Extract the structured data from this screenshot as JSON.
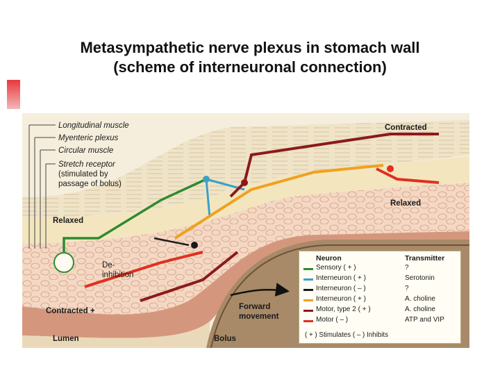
{
  "title": {
    "line1": "Metasympathetic nerve plexus in stomach wall",
    "line2": "(scheme of interneuronal connection)"
  },
  "diagram": {
    "labels": {
      "longitudinal": "Longitudinal muscle",
      "myenteric": "Myenteric plexus",
      "circular": "Circular muscle",
      "stretch1": "Stretch receptor",
      "stretch2": "(stimulated by",
      "stretch3": "passage of bolus)",
      "contracted_top": "Contracted",
      "relaxed_right": "Relaxed",
      "relaxed_left": "Relaxed",
      "contracted_bottom": "Contracted +",
      "deinhibition1": "De-",
      "deinhibition2": "inhibition",
      "forward1": "Forward",
      "forward2": "movement",
      "lumen": "Lumen",
      "bolus": "Bolus"
    },
    "colors": {
      "sensory": "#2e8b2e",
      "interneuron_plus_serotonin": "#3aa0c8",
      "interneuron_minus": "#1a1a1a",
      "interneuron_plus_acholine": "#f0a020",
      "motor_type2": "#8b1a1a",
      "motor_minus": "#e03020"
    }
  },
  "legend": {
    "header_neuron": "Neuron",
    "header_transmitter": "Transmitter",
    "rows": [
      {
        "neuron": "Sensory ( + )",
        "transmitter": "?",
        "color": "#2e8b2e"
      },
      {
        "neuron": "Interneuron ( + )",
        "transmitter": "Serotonin",
        "color": "#3aa0c8"
      },
      {
        "neuron": "Interneuron ( – )",
        "transmitter": "?",
        "color": "#1a1a1a"
      },
      {
        "neuron": "Interneuron ( + )",
        "transmitter": "A. choline",
        "color": "#f0a020"
      },
      {
        "neuron": "Motor, type 2 ( + )",
        "transmitter": "A. choline",
        "color": "#8b1a1a"
      },
      {
        "neuron": "Motor ( – )",
        "transmitter": "ATP and VIP",
        "color": "#e03020"
      }
    ],
    "footer": "( + ) Stimulates   ( – ) Inhibits"
  }
}
